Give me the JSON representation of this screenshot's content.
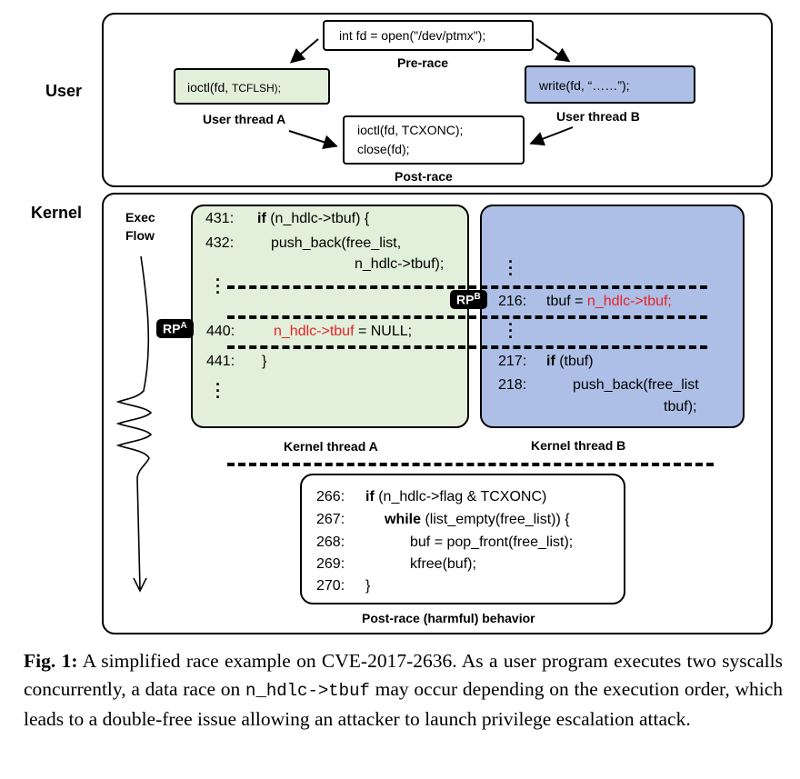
{
  "labels": {
    "user": "User",
    "kernel": "Kernel",
    "exec_flow_line1": "Exec",
    "exec_flow_line2": "Flow"
  },
  "user_section": {
    "pre_race_code": "int fd = open(\"/dev/ptmx\");",
    "pre_race_label": "Pre-race",
    "thread_a_code": "ioctl(fd, ",
    "thread_a_code_small": "TCFLSH);",
    "thread_a_label": "User thread A",
    "thread_b_code": "write(fd, “……”);",
    "thread_b_label": "User thread B",
    "post_race_line1": "ioctl(fd, TCXONC);",
    "post_race_line2": "close(fd);",
    "post_race_label": "Post-race"
  },
  "kernel_thread_a": {
    "label": "Kernel thread A",
    "l431_no": "431:",
    "l431_kw": "if",
    "l431_rest": " (n_hdlc->tbuf) {",
    "l432_no": "432:",
    "l432_code": "push_back(free_list,",
    "l432_cont": "n_hdlc->tbuf);",
    "l440_no": "440:",
    "l440_red": "n_hdlc->tbuf",
    "l440_rest": " = NULL;",
    "l441_no": "441:",
    "l441_code": "}"
  },
  "kernel_thread_b": {
    "label": "Kernel thread B",
    "l216_no": "216:",
    "l216_code": "tbuf = ",
    "l216_red": "n_hdlc->tbuf;",
    "l217_no": "217:",
    "l217_kw": "if",
    "l217_rest": " (tbuf)",
    "l218_no": "218:",
    "l218_code": "push_back(free_list",
    "l218_cont": "tbuf);"
  },
  "race_points": {
    "a_base": "RP",
    "a_sup": "A",
    "b_base": "RP",
    "b_sup": "B"
  },
  "post_race_behavior": {
    "label": "Post-race (harmful) behavior",
    "l266_no": "266:",
    "l266_kw": "if",
    "l266_rest": " (n_hdlc->flag & TCXONC)",
    "l267_no": "267:",
    "l267_kw": "while",
    "l267_rest": " (list_empty(free_list)) {",
    "l268_no": "268:",
    "l268_code": "buf = pop_front(free_list);",
    "l269_no": "269:",
    "l269_code": "kfree(buf);",
    "l270_no": "270:",
    "l270_code": "}"
  },
  "caption": {
    "fig": "Fig. 1:",
    "text1": " A simplified race example on CVE-2017-2636. As a user program executes two syscalls concurrently, a data race on ",
    "mono": "n_hdlc->tbuf",
    "text2": " may occur depending on the execution order, which leads to a double-free issue allowing an attacker to launch privilege escalation attack."
  },
  "colors": {
    "green_fill": "#e2efda",
    "blue_fill": "#adbfe6",
    "red_text": "#e8222a"
  }
}
